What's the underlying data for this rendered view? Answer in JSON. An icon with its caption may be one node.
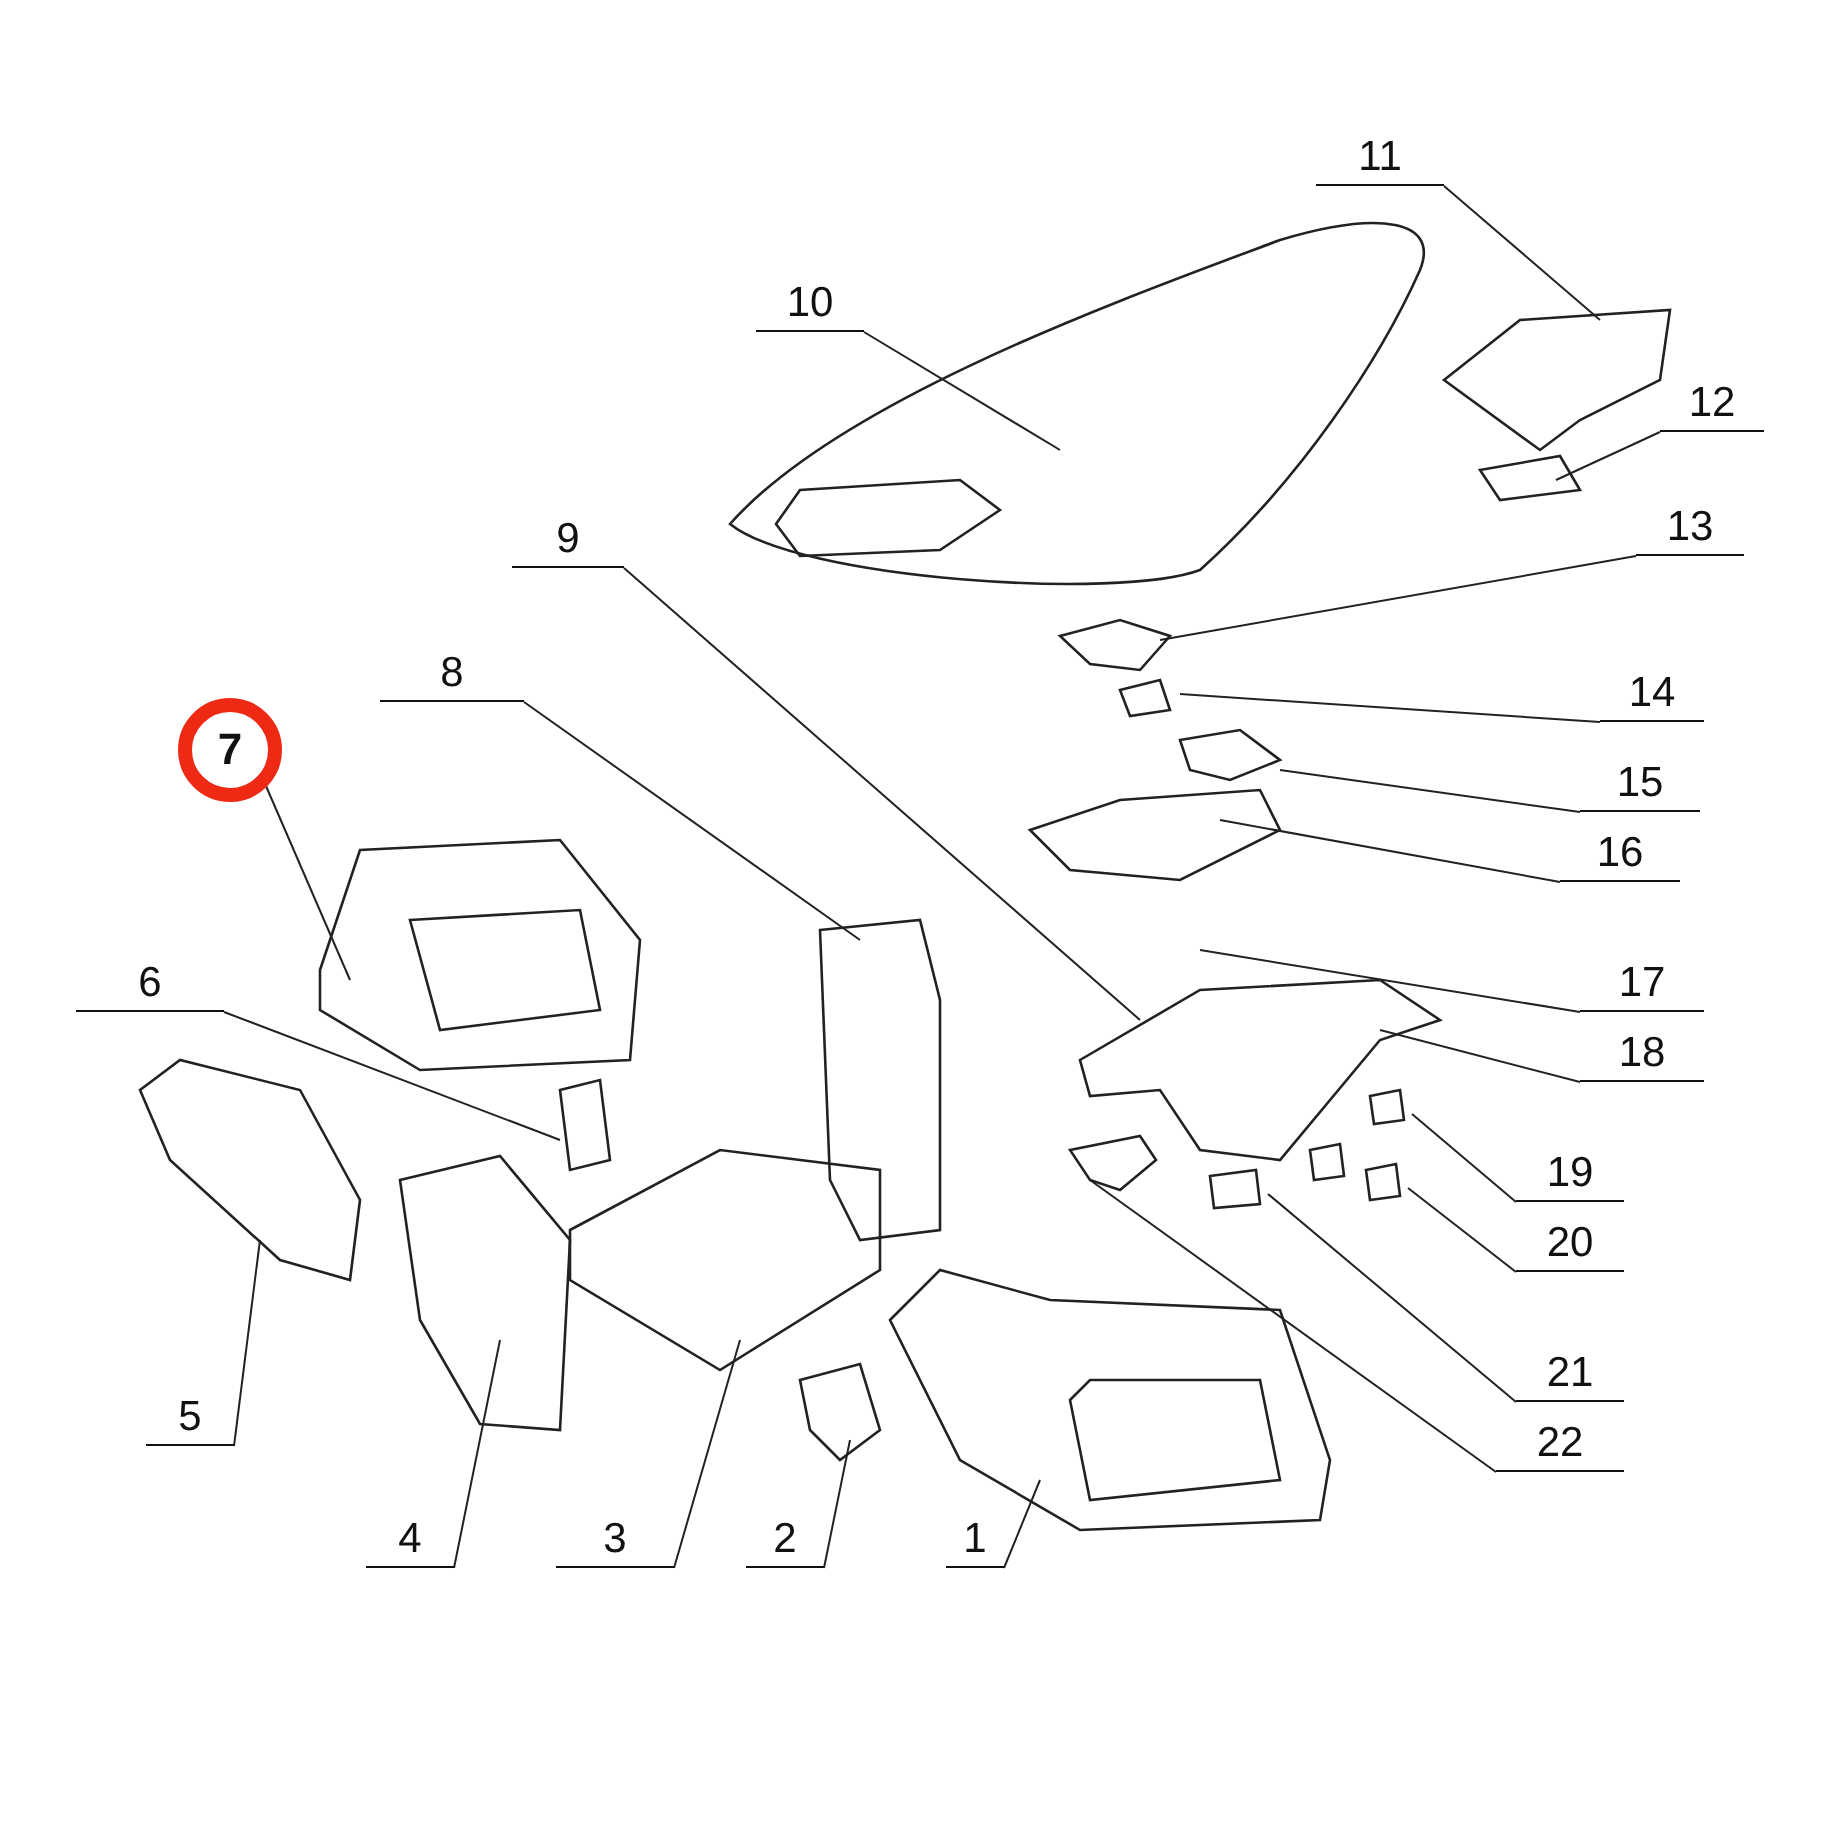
{
  "diagram": {
    "nodes": [
      {
        "text": [
          "11"
        ]
      },
      {
        "text": [
          "10"
        ]
      },
      {
        "text": [
          "12"
        ]
      },
      {
        "text": [
          "9"
        ]
      },
      {
        "text": [
          "13"
        ]
      },
      {
        "text": [
          "14"
        ]
      },
      {
        "text": [
          "8"
        ]
      },
      {
        "text": [
          "15"
        ]
      },
      {
        "text": [
          "7"
        ]
      },
      {
        "text": [
          "16"
        ]
      },
      {
        "text": [
          "17"
        ]
      },
      {
        "text": [
          "6"
        ]
      },
      {
        "text": [
          "18"
        ]
      },
      {
        "text": [
          "19"
        ]
      },
      {
        "text": [
          "20"
        ]
      },
      {
        "text": [
          "21"
        ]
      },
      {
        "text": [
          "5"
        ]
      },
      {
        "text": [
          "22"
        ]
      },
      {
        "text": [
          "4"
        ]
      },
      {
        "text": [
          "3"
        ]
      },
      {
        "text": [
          "2"
        ]
      },
      {
        "text": [
          "1"
        ]
      }
    ],
    "edges": [
      {
        "from": 0,
        "to": null,
        "arrow": "none"
      },
      {
        "from": 1,
        "to": null,
        "arrow": "none"
      },
      {
        "from": 2,
        "to": null,
        "arrow": "none"
      },
      {
        "from": 3,
        "to": null,
        "arrow": "none"
      },
      {
        "from": 4,
        "to": null,
        "arrow": "none"
      },
      {
        "from": 5,
        "to": null,
        "arrow": "none"
      },
      {
        "from": 6,
        "to": null,
        "arrow": "none"
      },
      {
        "from": 7,
        "to": null,
        "arrow": "none"
      },
      {
        "from": 8,
        "to": null,
        "arrow": "none"
      },
      {
        "from": 9,
        "to": null,
        "arrow": "none"
      },
      {
        "from": 10,
        "to": null,
        "arrow": "none"
      },
      {
        "from": 11,
        "to": null,
        "arrow": "none"
      },
      {
        "from": 12,
        "to": null,
        "arrow": "none"
      },
      {
        "from": 13,
        "to": null,
        "arrow": "none"
      },
      {
        "from": 14,
        "to": null,
        "arrow": "none"
      },
      {
        "from": 15,
        "to": null,
        "arrow": "none"
      },
      {
        "from": 16,
        "to": null,
        "arrow": "none"
      },
      {
        "from": 17,
        "to": null,
        "arrow": "none"
      },
      {
        "from": 18,
        "to": null,
        "arrow": "none"
      },
      {
        "from": 19,
        "to": null,
        "arrow": "none"
      },
      {
        "from": 20,
        "to": null,
        "arrow": "none"
      },
      {
        "from": 21,
        "to": null,
        "arrow": "none"
      }
    ]
  }
}
